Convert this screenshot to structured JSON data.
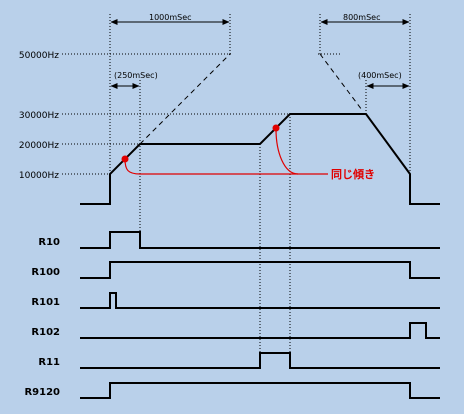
{
  "colors": {
    "background": "#b9d0ea",
    "line": "#000000",
    "highlight": "#e00000"
  },
  "diagram": {
    "freq_labels": [
      "50000Hz",
      "30000Hz",
      "20000Hz",
      "10000Hz"
    ],
    "time_labels": {
      "total_accel": "1000mSec",
      "total_decel": "800mSec",
      "accel_step": "(250mSec)",
      "decel_step": "(400mSec)"
    },
    "annotation": "同じ傾き",
    "signals": [
      "R10",
      "R100",
      "R101",
      "R102",
      "R11",
      "R9120"
    ]
  }
}
